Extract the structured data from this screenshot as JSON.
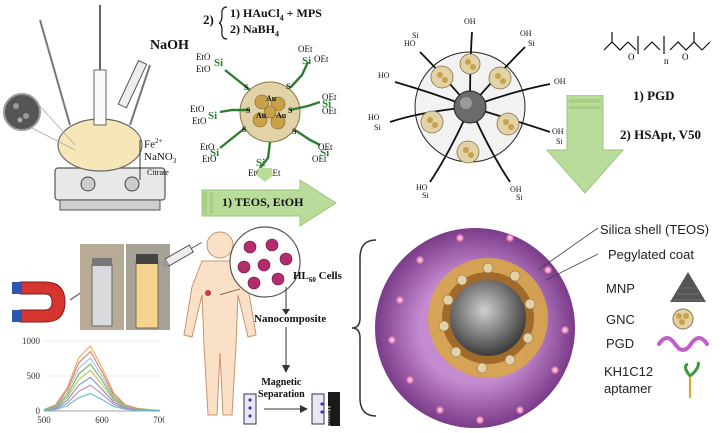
{
  "step1": {
    "reagent": "NaOH",
    "ions": [
      "Fe",
      "NaNO",
      "Citrate"
    ],
    "fe_sup": "2+",
    "nano3_sub": "3"
  },
  "step2": {
    "prefix": "2)",
    "line1": "1) HAuCl",
    "line1_sub": "4",
    "line1_rest": " + MPS",
    "line2": "2) NaBH",
    "line2_sub": "4",
    "ligand_eto": "EtO",
    "ligand_oet": "OEt",
    "si": "Si",
    "s": "S",
    "au": "Au"
  },
  "arrow_mid": {
    "label": "1) TEOS, EtOH"
  },
  "step3": {
    "ho": "HO",
    "oh": "OH",
    "si": "Si"
  },
  "pgd_panel": {
    "n": "n",
    "o": "O",
    "step1": "1) PGD",
    "step2": "2) HSApt, V50"
  },
  "lower_left": {
    "cells": "HL",
    "cells_sub": "60",
    "cells_rest": " Cells",
    "nano": "Nanocomposite",
    "magsep1": "Magnetic",
    "magsep2": "Separation",
    "magnet": "Magnet"
  },
  "legend": {
    "silica": "Silica shell (TEOS)",
    "peg": "Pegylated coat",
    "mnp": "MNP",
    "gnc": "GNC",
    "pgd": "PGD",
    "apt1": "KH1C12",
    "apt2": "aptamer"
  },
  "colors": {
    "arrow_green": "#b9dc9a",
    "ligand_green": "#2e7d32",
    "shell_purple": "#9b5aa6",
    "core_gold": "#d8a548",
    "pgd_pink": "#c060c8"
  },
  "chart_data": {
    "type": "line",
    "x": [
      500,
      520,
      540,
      560,
      580,
      600,
      620,
      640,
      660,
      680,
      700
    ],
    "xlim": [
      500,
      700
    ],
    "ylim": [
      0,
      1000
    ],
    "xticks": [
      "500",
      "600",
      "700"
    ],
    "yticks": [
      "0",
      "500",
      "1000"
    ],
    "peak_x": 585,
    "series": [
      {
        "color": "#f0a84d",
        "values": [
          20,
          90,
          330,
          760,
          930,
          620,
          260,
          90,
          40,
          20,
          10
        ]
      },
      {
        "color": "#e07b6a",
        "values": [
          18,
          80,
          300,
          690,
          850,
          560,
          230,
          80,
          35,
          18,
          9
        ]
      },
      {
        "color": "#9ac0e0",
        "values": [
          15,
          70,
          260,
          610,
          760,
          500,
          200,
          70,
          30,
          15,
          8
        ]
      },
      {
        "color": "#6fb36a",
        "values": [
          13,
          60,
          220,
          530,
          670,
          440,
          175,
          62,
          27,
          13,
          7
        ]
      },
      {
        "color": "#c9c24f",
        "values": [
          11,
          50,
          190,
          450,
          580,
          380,
          150,
          55,
          24,
          11,
          6
        ]
      },
      {
        "color": "#7a8fd0",
        "values": [
          9,
          40,
          150,
          370,
          480,
          310,
          125,
          45,
          20,
          9,
          5
        ]
      },
      {
        "color": "#b98ad0",
        "values": [
          7,
          30,
          110,
          280,
          370,
          240,
          95,
          35,
          15,
          7,
          4
        ]
      },
      {
        "color": "#5fc0c0",
        "values": [
          5,
          20,
          75,
          190,
          250,
          165,
          65,
          25,
          10,
          5,
          3
        ]
      }
    ]
  }
}
